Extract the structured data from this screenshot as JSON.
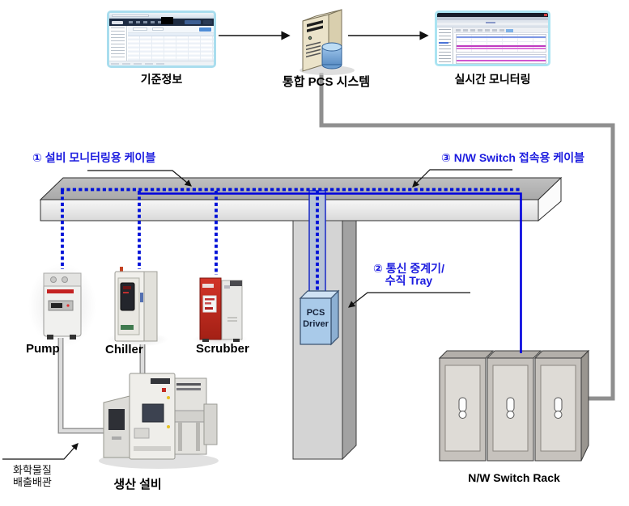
{
  "flow": {
    "baseline_label": "기준정보",
    "server_label": "통합 PCS 시스템",
    "monitoring_label": "실시간 모니터링"
  },
  "callouts": {
    "equipment_cable": "① 설비 모니터링용 케이블",
    "repeater_line1": "② 통신 중계기/",
    "repeater_line2": "수직 Tray",
    "switch_cable": "③ N/W Switch 접속용 케이블"
  },
  "equipment": {
    "pump_label": "Pump",
    "chiller_label": "Chiller",
    "scrubber_label": "Scrubber",
    "production_label": "생산 설비",
    "rack_label": "N/W Switch Rack"
  },
  "pcs_driver": {
    "line1": "PCS",
    "line2": "Driver"
  },
  "pipe_note": {
    "line1": "화학물질",
    "line2": "배출배관"
  },
  "icons": {
    "server": "server-tower-with-database-icon",
    "baseline_thumb": "application-screenshot-thumbnail",
    "monitoring_thumb": "monitoring-screenshot-thumbnail"
  },
  "colors": {
    "callout_blue": "#1b1bdf",
    "cable_solid_blue": "#0000dd",
    "cable_dotted_blue": "#0011d8",
    "thumb_border_cyan": "#a9ddee",
    "gray_cable": "#909090",
    "tray_top_gray": "#b5b5b5",
    "pcs_driver_fill": "#a9cae9",
    "scrubber_red": "#c82c22"
  }
}
